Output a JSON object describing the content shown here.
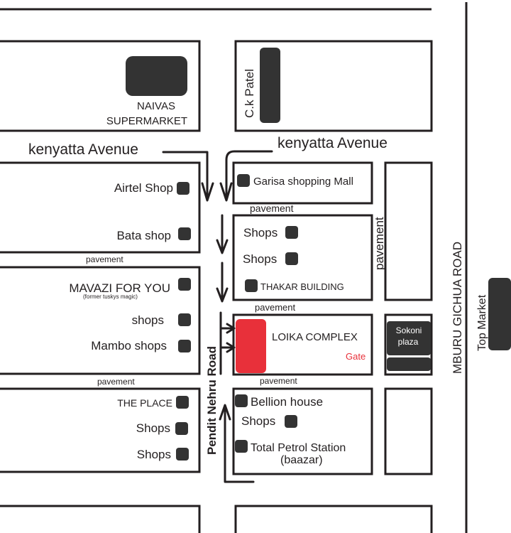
{
  "roads": {
    "kenyatta_left": "kenyatta Avenue",
    "kenyatta_right": "kenyatta Avenue",
    "pendit_nehru": "Pendit Nehru Road",
    "mburu_gichua": "MBURU GICHUA ROAD"
  },
  "buildings": {
    "naivas_line1": "NAIVAS",
    "naivas_line2": "SUPERMARKET",
    "ck_patel": "C.k Patel",
    "airtel": "Airtel Shop",
    "bata": "Bata shop",
    "mavazi": "MAVAZI FOR YOU",
    "mavazi_sub": "(former tuskys magic)",
    "shops_left_1": "shops",
    "mambo": "Mambo shops",
    "the_place": "THE PLACE",
    "shops_left_2": "Shops",
    "shops_left_3": "Shops",
    "garisa": "Garisa shopping Mall",
    "shops_mid_1": "Shops",
    "shops_mid_2": "Shops",
    "thakar": "THAKAR BUILDING",
    "loika": "LOIKA COMPLEX",
    "gate": "Gate",
    "bellion": "Bellion house",
    "shops_mid_3": "Shops",
    "total_line1": "Total Petrol Station",
    "total_line2": "(baazar)",
    "sokoni_line1": "Sokoni",
    "sokoni_line2": "plaza",
    "top_market": "Top Market"
  },
  "pavements": {
    "left_1": "pavement",
    "left_2": "pavement",
    "mid_1": "pavement",
    "mid_2": "pavement",
    "mid_3": "pavement",
    "vertical": "pavement"
  },
  "colors": {
    "ink": "#231f20",
    "marker": "#333333",
    "loika": "#e8303a",
    "gate": "#e8303a"
  }
}
